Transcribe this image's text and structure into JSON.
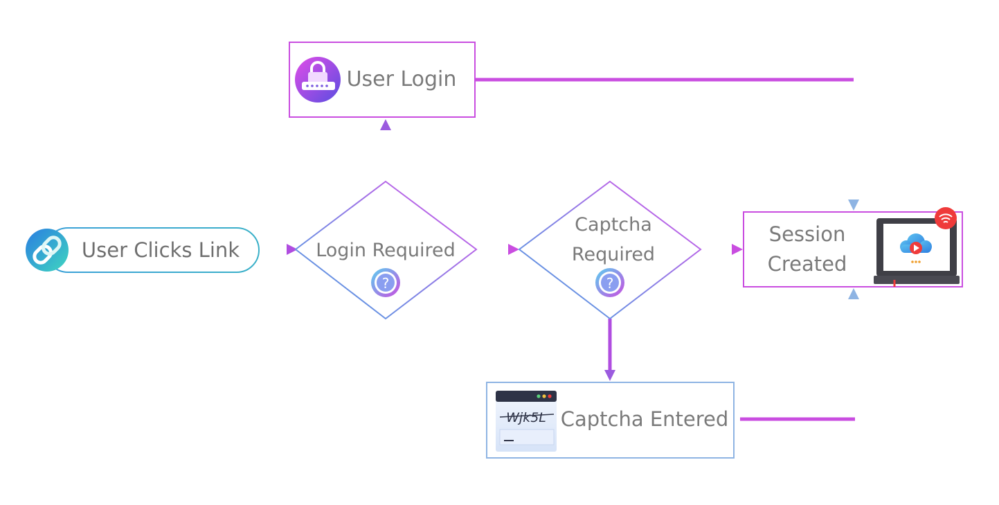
{
  "nodes": {
    "start": {
      "label": "User Clicks Link",
      "icon": "link-icon"
    },
    "login_required": {
      "label": "Login Required",
      "icon": "question-icon"
    },
    "user_login": {
      "label": "User Login",
      "icon": "password-lock-icon"
    },
    "captcha_required": {
      "line1": "Captcha",
      "line2": "Required",
      "icon": "question-icon"
    },
    "session_created": {
      "line1": "Session",
      "line2": "Created",
      "icon": "monitor-cloud-video-icon",
      "badge_icon": "wifi-icon"
    },
    "captcha_entered": {
      "label": "Captcha Entered",
      "icon": "captcha-window-icon",
      "captcha_text": "Wjk5L"
    }
  },
  "colors": {
    "magenta": "#c94de0",
    "purple": "#9b5bdf",
    "blue": "#5b9bd5",
    "light_blue": "#8eb4e3",
    "teal": "#2bb3c9",
    "red": "#ef3b3b"
  }
}
